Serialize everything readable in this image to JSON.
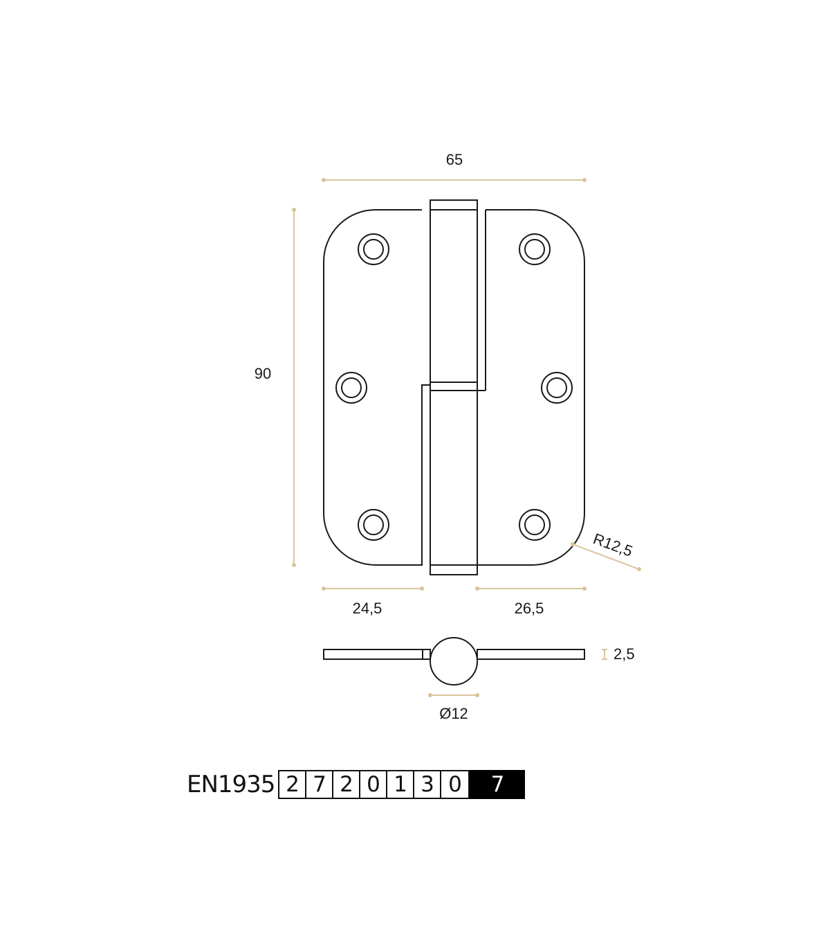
{
  "dimensions": {
    "width": "65",
    "height": "90",
    "left_leaf": "24,5",
    "right_leaf": "26,5",
    "corner_radius": "R12,5",
    "thickness": "2,5",
    "knuckle_diameter": "Ø12"
  },
  "certification": {
    "standard": "EN1935",
    "digits": [
      "2",
      "7",
      "2",
      "0",
      "1",
      "3",
      "0"
    ],
    "class": "7"
  },
  "colors": {
    "line": "#1a1a1a",
    "dimension": "#d9c49a",
    "class_box": "#000000"
  }
}
